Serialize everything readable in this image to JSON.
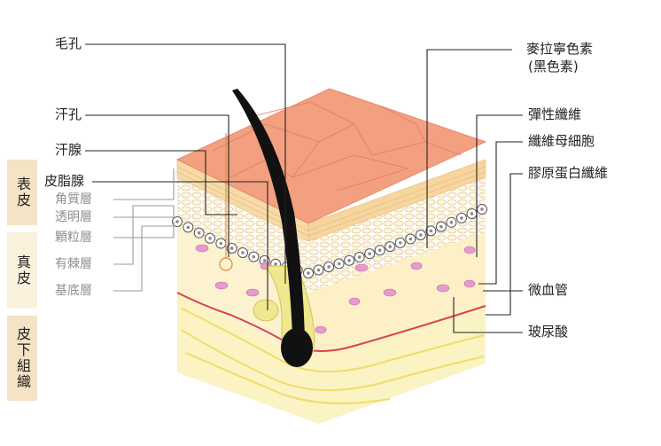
{
  "side_labels": {
    "epidermis": "表皮",
    "dermis": "真皮",
    "subcutis": "皮下組織"
  },
  "left_labels": {
    "pore": "毛孔",
    "sweat_pore": "汗孔",
    "sweat_gland": "汗腺",
    "sebaceous_gland": "皮脂腺",
    "stratum_corneum": "角質層",
    "stratum_lucidum": "透明層",
    "stratum_granulosum": "顆粒層",
    "stratum_spinosum": "有棘層",
    "stratum_basale": "基底層"
  },
  "right_labels": {
    "melanin": "麥拉寧色素",
    "melanin_alt": "(黑色素)",
    "elastic_fiber": "彈性纖維",
    "fibroblast": "纖維母細胞",
    "collagen_fiber": "膠原蛋白纖維",
    "capillary": "微血管",
    "hyaluronic_acid": "玻尿酸"
  },
  "colors": {
    "skin_surface": "#f2a080",
    "skin_grid": "#e07b62",
    "epidermis_side": "#f6dba8",
    "dermis": "#fdf2cf",
    "subcutis": "#fbf3c4",
    "hair": "#111111",
    "capillary_red": "#d9414f",
    "cell_pink": "#e59ad0",
    "leader_line": "#222222",
    "side_tab": "#f4e3c4"
  }
}
